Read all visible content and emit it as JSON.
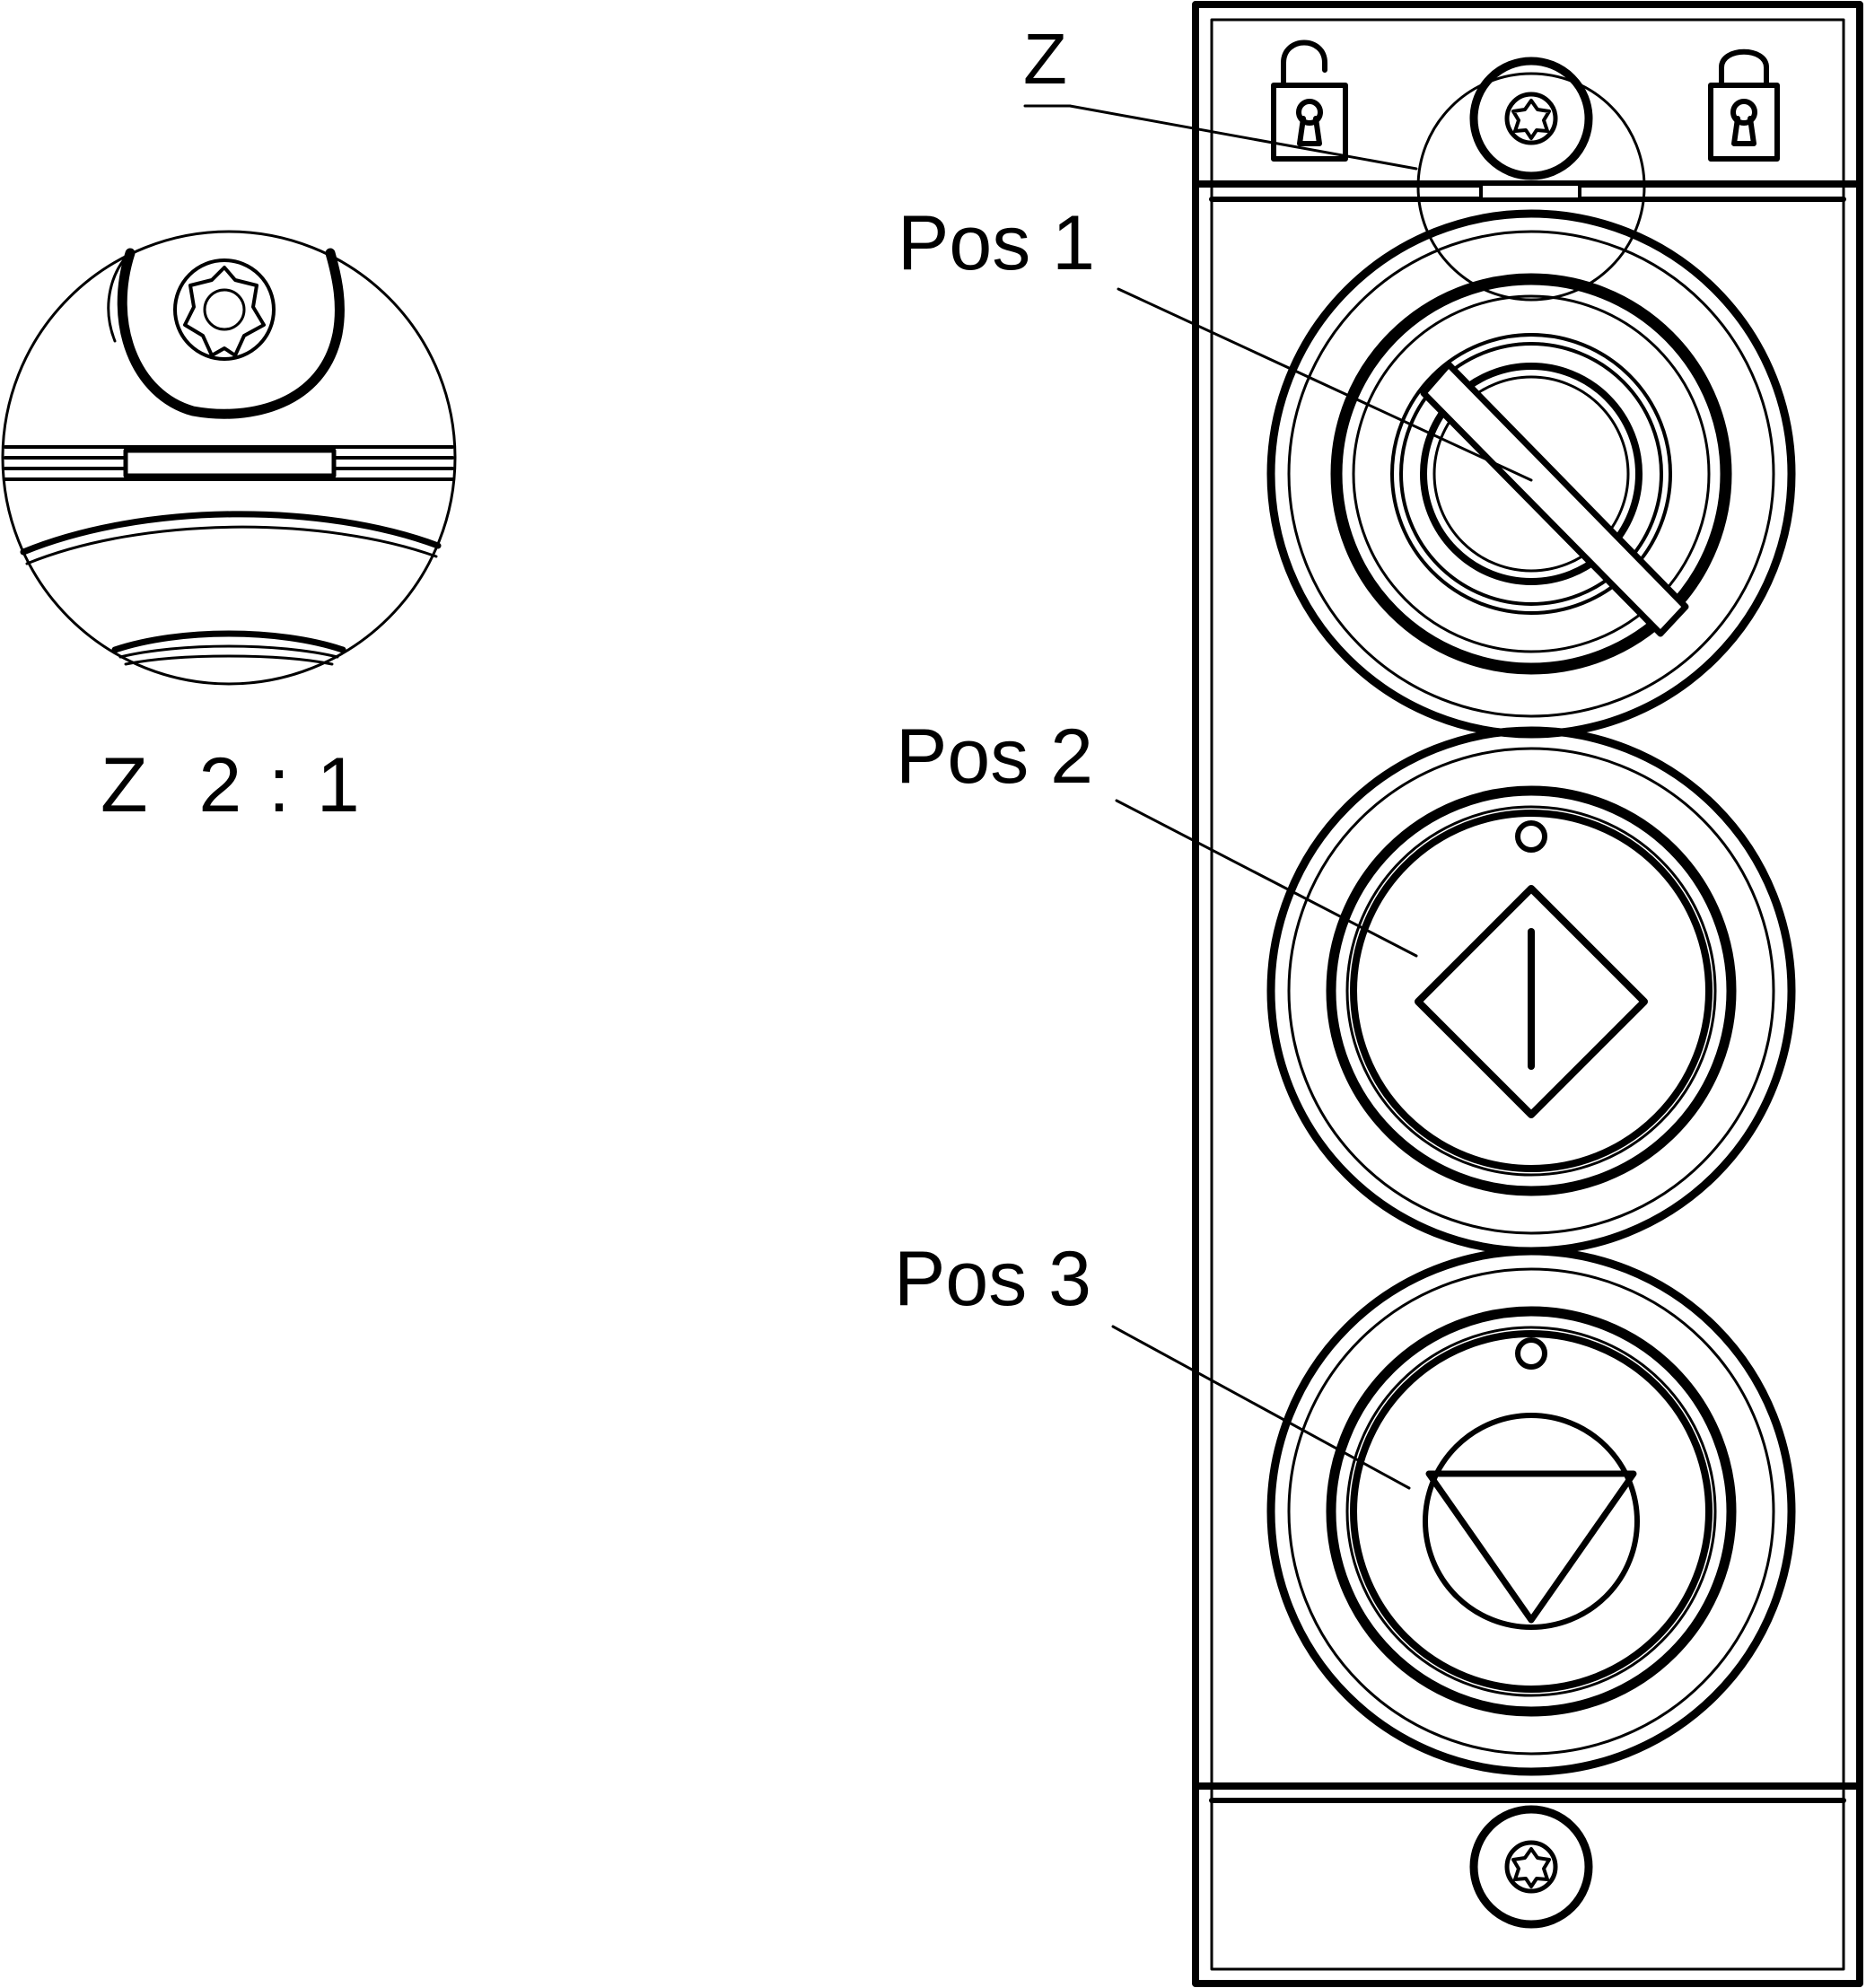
{
  "labels": {
    "detail_ref": "Z",
    "pos1": "Pos 1",
    "pos2": "Pos 2",
    "pos3": "Pos 3",
    "detail_scale": "Z  2 : 1"
  },
  "colors": {
    "ink": "#000000",
    "paper": "#ffffff"
  },
  "icons": {
    "unlocked": "padlock-open-icon",
    "locked": "padlock-closed-icon",
    "screw": "torx-screw-icon",
    "selector": "key-selector-switch-icon",
    "start": "start-diamond-icon",
    "stop": "stop-triangle-icon"
  }
}
